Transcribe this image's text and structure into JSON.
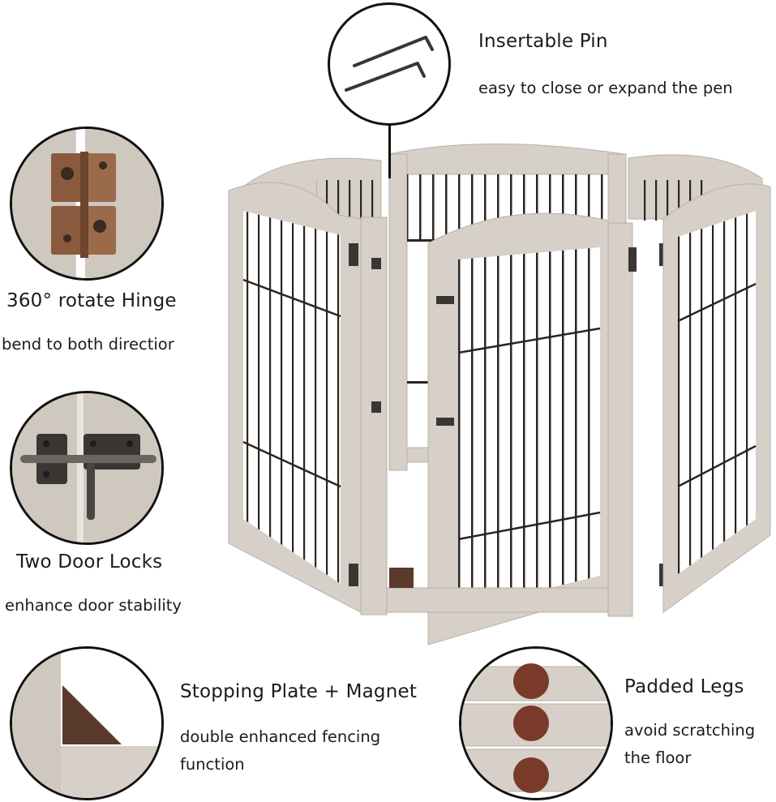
{
  "features": {
    "pin": {
      "title": "Insertable Pin",
      "subtitle": "easy to close or expand the pen",
      "icon": "allen-key-pins-icon"
    },
    "hinge": {
      "title": "360° rotate Hinge",
      "subtitle": "bend to both directior",
      "icon": "hinge-icon"
    },
    "lock": {
      "title": "Two Door Locks",
      "subtitle": "enhance door stability",
      "icon": "door-lock-icon"
    },
    "stopper": {
      "title": "Stopping Plate + Magnet",
      "subtitle_line1": "double enhanced fencing",
      "subtitle_line2": "function",
      "icon": "stopping-plate-icon"
    },
    "legs": {
      "title": "Padded Legs",
      "subtitle_line1": "avoid scratching",
      "subtitle_line2": "the floor",
      "icon": "padded-leg-icon"
    }
  },
  "colors": {
    "wood": "#d6d0c8",
    "wood_dark": "#b9b1a6",
    "wire": "#2b2520",
    "hardware": "#3a3633",
    "copper": "#8a5a3e",
    "pad": "#7a3a2a"
  }
}
